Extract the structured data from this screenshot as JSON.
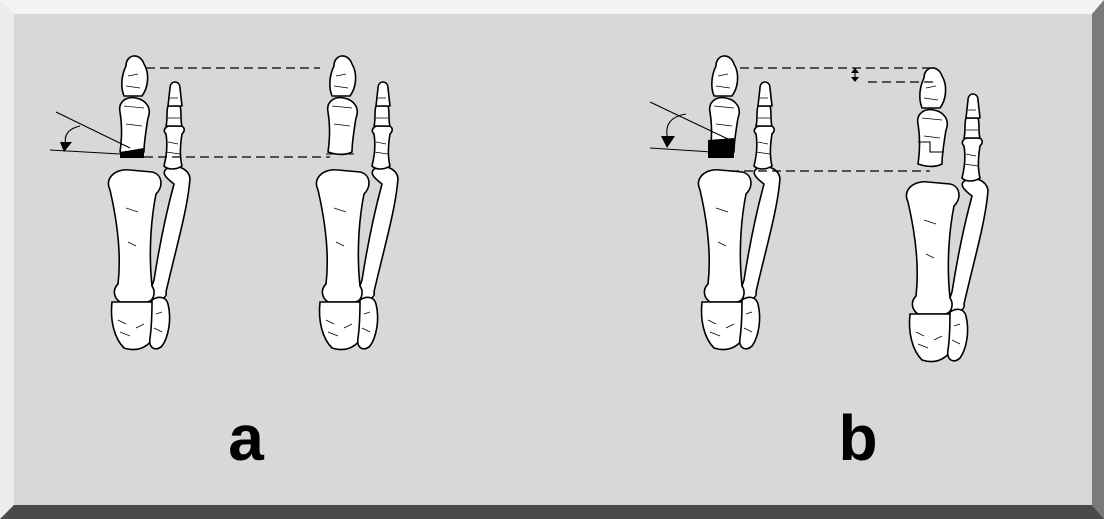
{
  "panels": [
    {
      "id": "a",
      "label": "a"
    },
    {
      "id": "b",
      "label": "b"
    }
  ],
  "colors": {
    "background": "#d8d8d8",
    "bevel_light": "#f4f4f4",
    "bevel_dark": "#5a5a5a",
    "bone_fill": "#ffffff",
    "outline": "#000000"
  }
}
